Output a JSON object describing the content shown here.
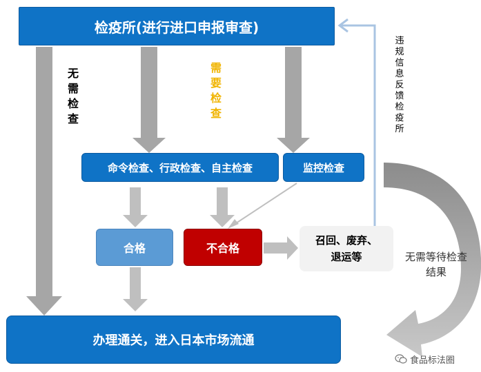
{
  "nodes": {
    "quarantine_office": "检疫所(进行进口申报审查)",
    "inspection_types": "命令检查、行政检查、自主检查",
    "monitoring_inspection": "监控检查",
    "pass": "合格",
    "fail": "不合格",
    "recall": "召回、废弃、\n退运等",
    "clearance": "办理通关，进入日本市场流通"
  },
  "labels": {
    "no_inspection_needed": "无需检查",
    "inspection_needed": "需要检查",
    "violation_feedback": "违规信息反馈检疫所",
    "no_wait_result": "无需等待检查\n结果"
  },
  "watermark": "食品标法圈",
  "colors": {
    "primary_blue": "#0f73c6",
    "pass_blue": "#5b9bd5",
    "fail_red": "#c00000",
    "recall_gray": "#f2f2f2",
    "arrow_gray": "#bfbfbf",
    "inspection_label": "#f0b400"
  }
}
